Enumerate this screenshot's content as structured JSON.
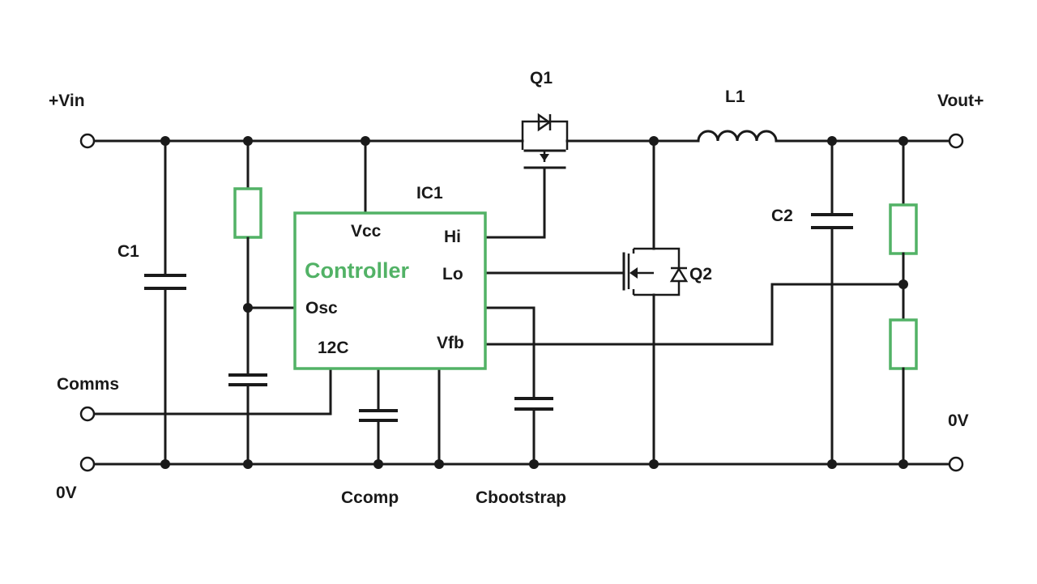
{
  "labels": {
    "vin": "+Vin",
    "vout": "Vout+",
    "zero_left": "0V",
    "zero_right": "0V",
    "comms": "Comms",
    "c1": "C1",
    "c2": "C2",
    "q1": "Q1",
    "q2": "Q2",
    "l1": "L1",
    "ic1": "IC1",
    "ccomp": "Ccomp",
    "cbootstrap": "Cbootstrap"
  },
  "controller": {
    "title": "Controller",
    "pins": {
      "vcc": "Vcc",
      "hi": "Hi",
      "lo": "Lo",
      "osc": "Osc",
      "i2c": "12C",
      "vfb": "Vfb"
    }
  },
  "colors": {
    "wire": "#1a1a1a",
    "accent": "#52b266"
  }
}
